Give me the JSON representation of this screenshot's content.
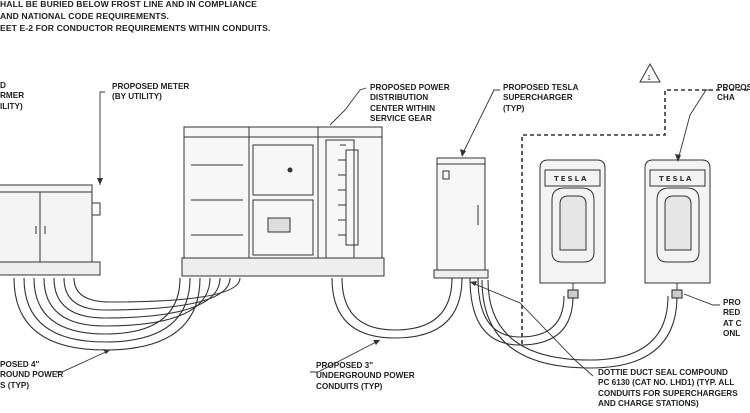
{
  "notes": [
    "HALL BE BURIED BELOW FROST LINE AND IN COMPLIANCE",
    "AND NATIONAL CODE REQUIREMENTS.",
    "EET E-2 FOR CONDUCTOR REQUIREMENTS WITHIN CONDUITS."
  ],
  "labels": {
    "transformer": [
      "D",
      "RMER",
      "ILITY)"
    ],
    "meter": [
      "PROPOSED METER",
      "(BY UTILITY)"
    ],
    "distribution": [
      "PROPOSED POWER",
      "DISTRIBUTION",
      "CENTER WITHIN",
      "SERVICE GEAR"
    ],
    "supercharger": [
      "PROPOSED TESLA",
      "SUPERCHARGER",
      "(TYP)"
    ],
    "charger_right": [
      "PROPOSED",
      "CHA"
    ],
    "conduit4": [
      "POSED 4\"",
      "ROUND POWER",
      "S (TYP)"
    ],
    "conduit3": [
      "PROPOSED 3\"",
      "UNDERGROUND POWER",
      "CONDUITS (TYP)"
    ],
    "ductseal": [
      "DOTTIE DUCT SEAL COMPOUND",
      "PC 6130 (CAT NO. LHD1) (TYP. ALL",
      "CONDUITS FOR SUPERCHARGERS",
      "AND CHARGE STATIONS)"
    ],
    "right_note": [
      "PRO",
      "RED",
      "AT C",
      "ONL"
    ]
  },
  "charger_brand": "TESLA",
  "revision_mark": "1"
}
